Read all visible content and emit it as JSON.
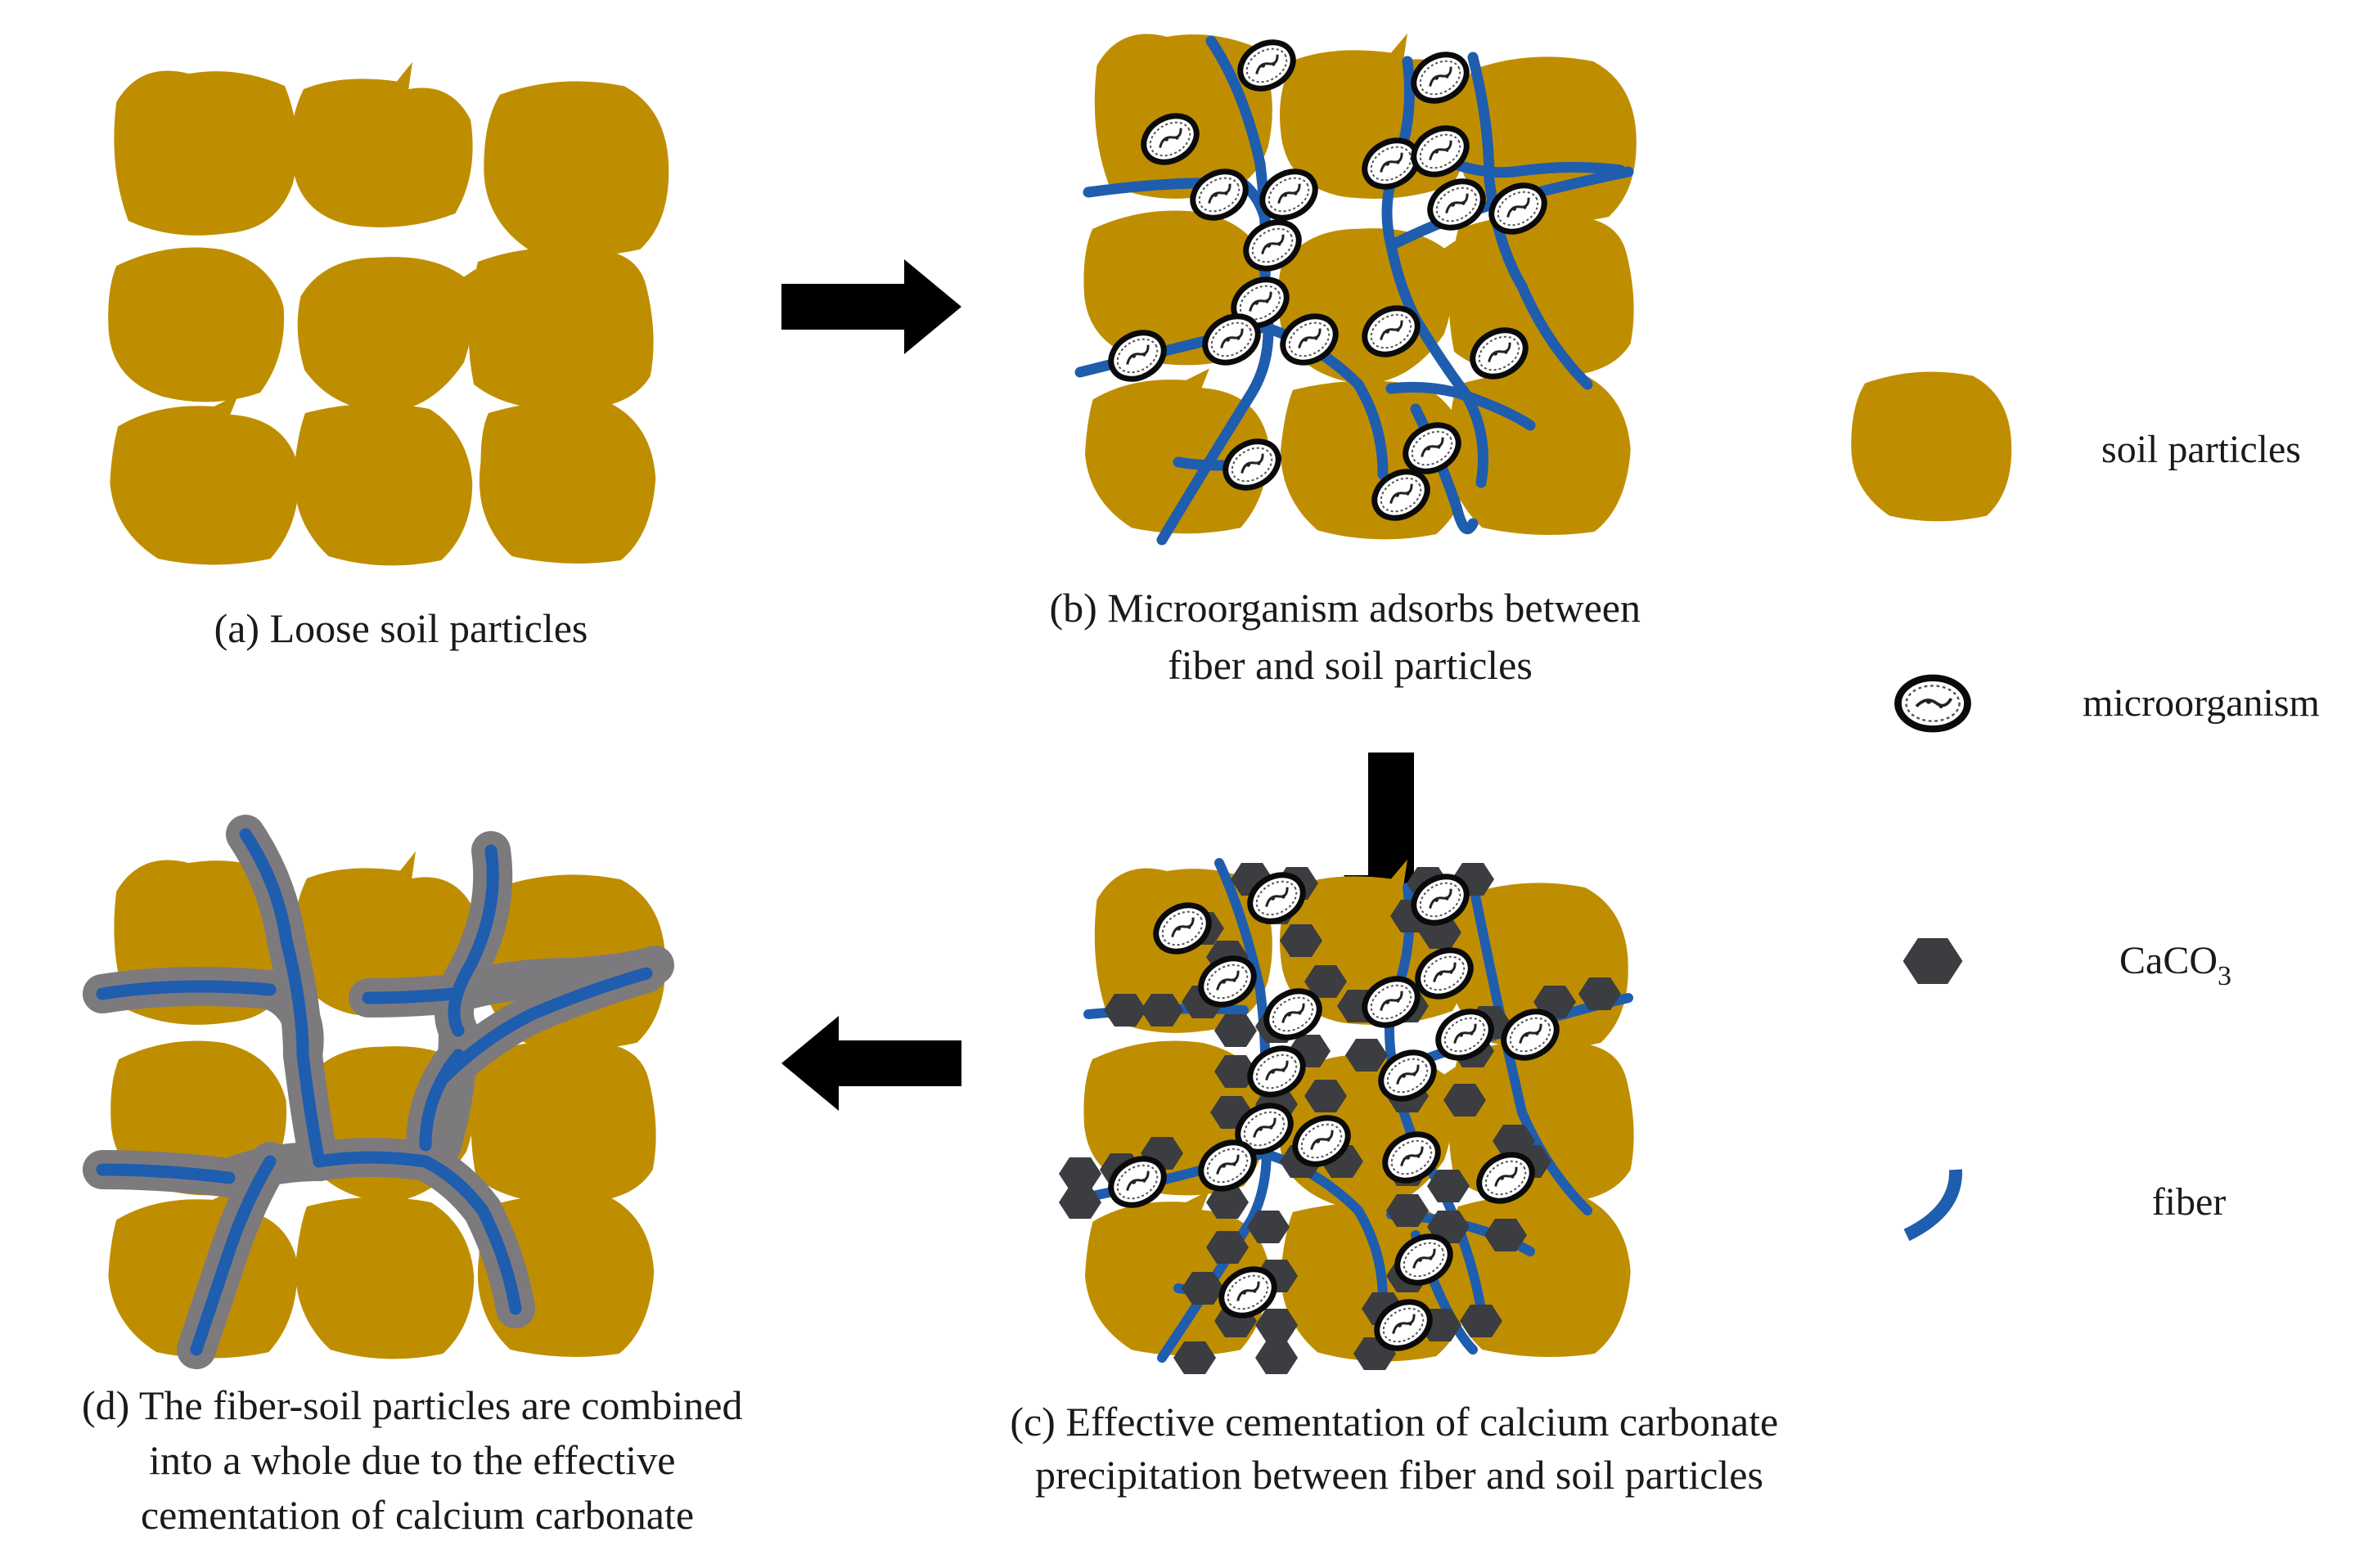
{
  "colors": {
    "soil": "#BF8E00",
    "fiber": "#1F5DAE",
    "caco3": "#3C3D40",
    "cement": "#7D7A7E",
    "arrow": "#000000",
    "microbe_ring": "#0a0a0a"
  },
  "panels": {
    "a": {
      "caption": [
        "(a) Loose soil particles"
      ]
    },
    "b": {
      "caption": [
        "(b) Microorganism adsorbs between",
        "fiber and soil particles"
      ]
    },
    "c": {
      "caption": [
        "(c) Effective cementation of calcium carbonate",
        "precipitation between fiber and soil particles"
      ]
    },
    "d": {
      "caption": [
        "(d) The fiber-soil particles are combined",
        "into a whole due to the effective",
        "cementation of calcium carbonate"
      ]
    }
  },
  "legend": {
    "soil_label": "soil particles",
    "microbe_label": "microorganism",
    "caco3_label_main": "CaCO",
    "caco3_label_sub": "3",
    "fiber_label": "fiber"
  },
  "icons": [
    "right-arrow-icon",
    "down-arrow-icon",
    "left-arrow-icon",
    "soil-particle-icon",
    "microorganism-icon",
    "caco3-hexagon-icon",
    "fiber-icon"
  ]
}
